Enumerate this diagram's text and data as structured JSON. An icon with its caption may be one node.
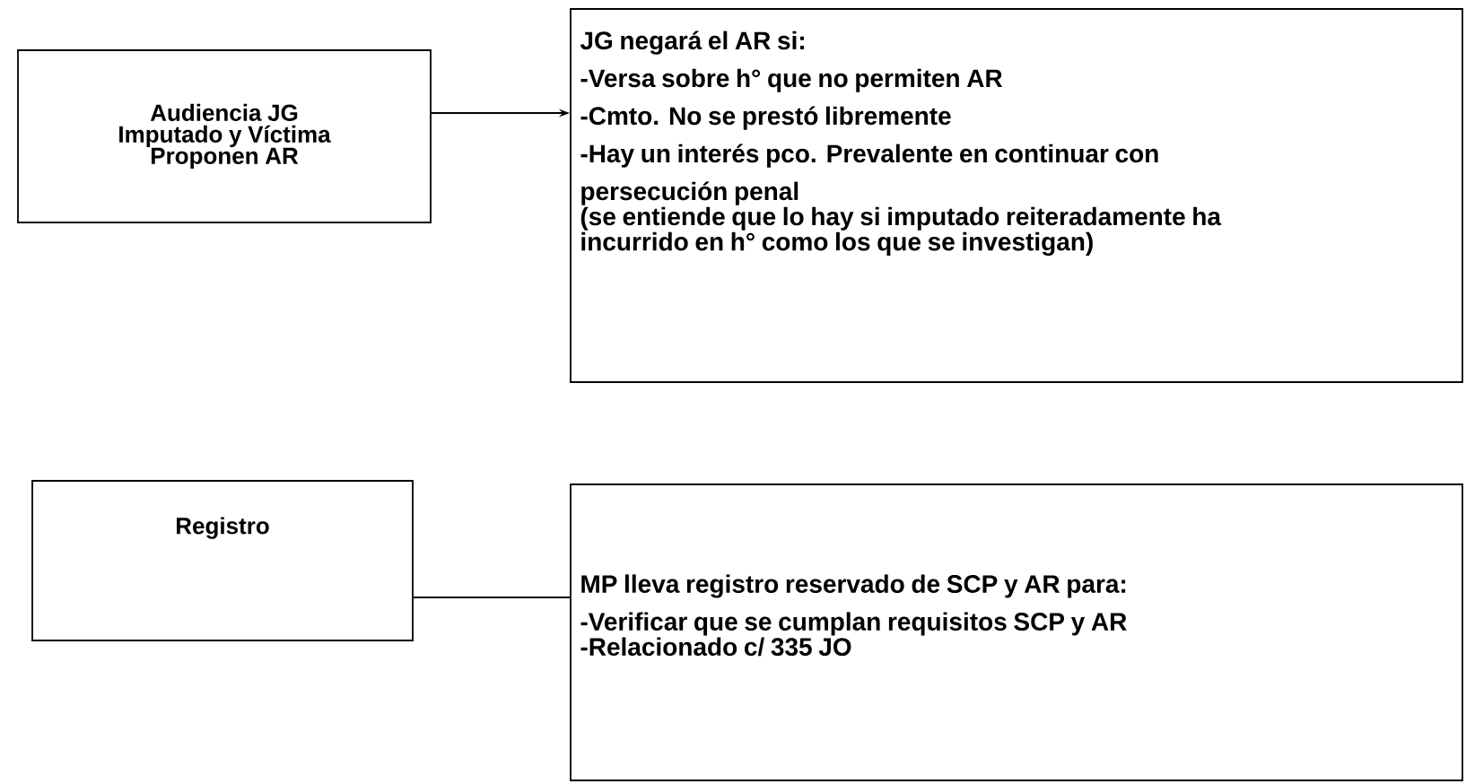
{
  "diagram": {
    "nodes": [
      {
        "text": [
          "Audiencia JG Imputado y Víctima Proponen AR"
        ]
      },
      {
        "text": [
          "JG negará el AR si:",
          "-Versa sobre h° que no permiten AR",
          "-Cmto. No se prestó libremente",
          "-Hay un interés pco. Prevalente en continuar con persecución penal",
          "(se entiende que lo hay si imputado reiteradamente ha incurrido en h° como los que se investigan)"
        ]
      },
      {
        "text": [
          "Registro"
        ]
      },
      {
        "text": [
          "MP lleva registro reservado de SCP y AR para:",
          "-Verificar que se cumplan requisitos SCP y AR",
          "-Relacionado c/ 335 JO"
        ]
      }
    ],
    "edges": [
      {
        "from": 0,
        "to": 1,
        "arrow": "to"
      },
      {
        "from": 2,
        "to": 3,
        "arrow": "none"
      }
    ]
  }
}
